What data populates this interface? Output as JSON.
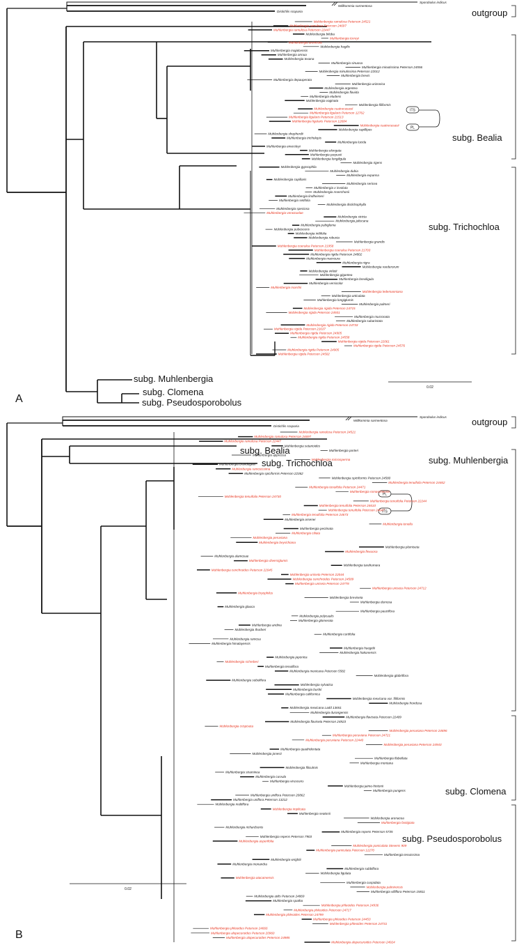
{
  "panel_labels": [
    "A",
    "B"
  ],
  "scale_label": "0.02",
  "boxes": [
    "ITS",
    "PL"
  ],
  "colors": {
    "black": "#111111",
    "red": "#e8321c",
    "grey": "#9a9a9a"
  },
  "panelA": {
    "outgroup_tips": [
      {
        "name": "Sporobolus indicus",
        "red": false
      },
      {
        "name": "Willkommia sarmentosa",
        "red": false
      },
      {
        "name": "Distichlis scoparia",
        "red": false
      }
    ],
    "tips": [
      {
        "name": "Muhlenbergia ramulosa Peterson 24521",
        "red": true
      },
      {
        "name": "Muhlenbergia ramulosa Peterson 24697",
        "red": true
      },
      {
        "name": "Muhlenbergia ramulosa Peterson 22447",
        "red": true
      },
      {
        "name": "Muhlenbergia biloba",
        "red": false
      },
      {
        "name": "Muhlenbergia torreyi",
        "red": true
      },
      {
        "name": "Muhlenbergia arenicola",
        "red": true
      },
      {
        "name": "Muhlenbergia fragilis",
        "red": false
      },
      {
        "name": "Muhlenbergia majalcensis",
        "red": false
      },
      {
        "name": "Muhlenbergia annua",
        "red": false
      },
      {
        "name": "Muhlenbergia texana",
        "red": false
      },
      {
        "name": "Muhlenbergia sinuosa",
        "red": false
      },
      {
        "name": "Muhlenbergia minutissima Peterson 24556",
        "red": false
      },
      {
        "name": "Muhlenbergia minutissima Peterson 22012",
        "red": false
      },
      {
        "name": "Muhlenbergia brevis",
        "red": false
      },
      {
        "name": "Muhlenbergia depauperata",
        "red": false
      },
      {
        "name": "Muhlenbergia arizonica",
        "red": false
      },
      {
        "name": "Muhlenbergia argentea",
        "red": false
      },
      {
        "name": "Muhlenbergia flavida",
        "red": false
      },
      {
        "name": "Muhlenbergia eludens",
        "red": false
      },
      {
        "name": "Muhlenbergia vaginata",
        "red": false
      },
      {
        "name": "Muhlenbergia filiformis",
        "red": false
      },
      {
        "name": "Muhlenbergia cuatrecasasii",
        "red": true
      },
      {
        "name": "Muhlenbergia ligularis Peterson 12762",
        "red": true
      },
      {
        "name": "Muhlenbergia ligularis Peterson 21513",
        "red": true
      },
      {
        "name": "Muhlenbergia ligularis Peterson 12684",
        "red": true
      },
      {
        "name": "Muhlenbergia cuatrecasasii",
        "red": true
      },
      {
        "name": "Muhlenbergia capillipes",
        "red": false
      },
      {
        "name": "Muhlenbergia shepherdii",
        "red": false
      },
      {
        "name": "Muhlenbergia tricholepis",
        "red": false
      },
      {
        "name": "Muhlenbergia lucida",
        "red": false
      },
      {
        "name": "Muhlenbergia emersleyi",
        "red": false
      },
      {
        "name": "Muhlenbergia elongata",
        "red": false
      },
      {
        "name": "Muhlenbergia purpusii",
        "red": false
      },
      {
        "name": "Muhlenbergia longiligula",
        "red": false
      },
      {
        "name": "Muhlenbergia rigens",
        "red": false
      },
      {
        "name": "Muhlenbergia gypsophila",
        "red": false
      },
      {
        "name": "Muhlenbergia dubia",
        "red": false
      },
      {
        "name": "Muhlenbergia expansa",
        "red": false
      },
      {
        "name": "Muhlenbergia capillaris",
        "red": false
      },
      {
        "name": "Muhlenbergia sericea",
        "red": false
      },
      {
        "name": "Muhlenbergia x involuta",
        "red": false
      },
      {
        "name": "Muhlenbergia reverchonii",
        "red": false
      },
      {
        "name": "Muhlenbergia lindheimeri",
        "red": false
      },
      {
        "name": "Muhlenbergia setifolia",
        "red": false
      },
      {
        "name": "Muhlenbergia distichophylla",
        "red": false
      },
      {
        "name": "Muhlenbergia speciosa",
        "red": false
      },
      {
        "name": "Muhlenbergia venezuelae",
        "red": true
      },
      {
        "name": "Muhlenbergia stricta",
        "red": false
      },
      {
        "name": "Muhlenbergia jaliscana",
        "red": false
      },
      {
        "name": "Muhlenbergia pubigluma",
        "red": false
      },
      {
        "name": "Muhlenbergia pubescens",
        "red": false
      },
      {
        "name": "Muhlenbergia iridifolia",
        "red": false
      },
      {
        "name": "Muhlenbergia robusta",
        "red": false
      },
      {
        "name": "Muhlenbergia grandis",
        "red": false
      },
      {
        "name": "Muhlenbergia coerulea Peterson 21958",
        "red": true
      },
      {
        "name": "Muhlenbergia coerulea Peterson 21703",
        "red": true
      },
      {
        "name": "Muhlenbergia rigida Peterson 24802",
        "red": false
      },
      {
        "name": "Muhlenbergia macroura",
        "red": false
      },
      {
        "name": "Muhlenbergia nigra",
        "red": false
      },
      {
        "name": "Muhlenbergia reederorum",
        "red": false
      },
      {
        "name": "Muhlenbergia virletii",
        "red": false
      },
      {
        "name": "Muhlenbergia gigantea",
        "red": false
      },
      {
        "name": "Muhlenbergia breviligula",
        "red": false
      },
      {
        "name": "Muhlenbergia versicolor",
        "red": false
      },
      {
        "name": "Muhlenbergia marshii",
        "red": true
      },
      {
        "name": "Muhlenbergia ledemanniana",
        "red": true
      },
      {
        "name": "Muhlenbergia articulata",
        "red": false
      },
      {
        "name": "Muhlenbergia longiglumis",
        "red": false
      },
      {
        "name": "Muhlenbergia palmeri",
        "red": false
      },
      {
        "name": "Muhlenbergia rigida Peterson 24715",
        "red": true
      },
      {
        "name": "Muhlenbergia rigida Peterson 24931",
        "red": true
      },
      {
        "name": "Muhlenbergia mucronata",
        "red": false
      },
      {
        "name": "Muhlenbergia subaristata",
        "red": false
      },
      {
        "name": "Muhlenbergia rigida Peterson 24733",
        "red": true
      },
      {
        "name": "Muhlenbergia rigida Peterson 21637",
        "red": true
      },
      {
        "name": "Muhlenbergia rigida Peterson 24905",
        "red": true
      },
      {
        "name": "Muhlenbergia rigida Peterson 24558",
        "red": true
      },
      {
        "name": "Muhlenbergia rigida Peterson 22061",
        "red": true
      },
      {
        "name": "Muhlenbergia rigida Peterson 24576",
        "red": true
      },
      {
        "name": "Muhlenbergia rigida Peterson 24905",
        "red": true
      },
      {
        "name": "Muhlenbergia rigida Peterson 24502",
        "red": true
      }
    ],
    "clades": [
      {
        "label": "outgroup",
        "italic": false
      },
      {
        "label": "subg. Bealia",
        "italic": true
      },
      {
        "label": "subg. Trichochloa",
        "italic": true
      },
      {
        "label": "subg. Muhlenbergia",
        "italic": true
      },
      {
        "label": "subg. Clomena",
        "italic": true
      },
      {
        "label": "subg. Pseudosporobolus",
        "italic": true
      }
    ]
  },
  "panelB": {
    "outgroup_tips": [
      {
        "name": "Sporobolus indicus",
        "red": false
      },
      {
        "name": "Willkommia sarmentosa",
        "red": false
      },
      {
        "name": "Distichlis scoparia",
        "red": false
      }
    ],
    "tips": [
      {
        "name": "Muhlenbergia ramulosa Peterson 24521",
        "red": true
      },
      {
        "name": "Muhlenbergia ramulosa Peterson 24697",
        "red": true
      },
      {
        "name": "Muhlenbergia ramulosa Peterson 22447",
        "red": true
      },
      {
        "name": "Muhlenbergia setarioides",
        "red": false
      },
      {
        "name": "Muhlenbergia porteri",
        "red": false
      },
      {
        "name": "Muhlenbergia appressa",
        "red": false
      },
      {
        "name": "Muhlenbergia microsperma",
        "red": true
      },
      {
        "name": "Muhlenbergia brandegeei",
        "red": false
      },
      {
        "name": "Muhlenbergia ramosissima",
        "red": true
      },
      {
        "name": "Muhlenbergia spiciformis Peterson 22362",
        "red": false
      },
      {
        "name": "Muhlenbergia spiciformis Peterson 24580",
        "red": false
      },
      {
        "name": "Muhlenbergia tenuifolia Peterson 24462",
        "red": true
      },
      {
        "name": "Muhlenbergia tenuifolia Peterson 24471",
        "red": true
      },
      {
        "name": "Muhlenbergia romaschensis",
        "red": true
      },
      {
        "name": "Muhlenbergia tenuifolia Peterson 24730",
        "red": true
      },
      {
        "name": "Muhlenbergia tenuifolia Peterson 22244",
        "red": true
      },
      {
        "name": "Muhlenbergia tenuifolia Peterson 24610",
        "red": true
      },
      {
        "name": "Muhlenbergia tenuifolia Peterson 24647",
        "red": true
      },
      {
        "name": "Muhlenbergia tenuifolia Peterson 24673",
        "red": true
      },
      {
        "name": "Muhlenbergia arsenei",
        "red": false
      },
      {
        "name": "Muhlenbergia tenella",
        "red": true
      },
      {
        "name": "Muhlenbergia pectinata",
        "red": false
      },
      {
        "name": "Muhlenbergia ciliata",
        "red": true
      },
      {
        "name": "Muhlenbergia peruviana",
        "red": true
      },
      {
        "name": "Muhlenbergia beyrichiana",
        "red": true
      },
      {
        "name": "Muhlenbergia plumiseta",
        "red": false
      },
      {
        "name": "Muhlenbergia flexuosa",
        "red": true
      },
      {
        "name": "Muhlenbergia alamosae",
        "red": false
      },
      {
        "name": "Muhlenbergia diversiglumis",
        "red": true
      },
      {
        "name": "Muhlenbergia tarahumara",
        "red": false
      },
      {
        "name": "Muhlenbergia cenchroides Peterson 22045",
        "red": true
      },
      {
        "name": "Muhlenbergia uniseta Peterson 22044",
        "red": true
      },
      {
        "name": "Muhlenbergia cenchroides Peterson 24589",
        "red": true
      },
      {
        "name": "Muhlenbergia uniseta Peterson 24778",
        "red": true
      },
      {
        "name": "Muhlenbergia uniseta Peterson 24712",
        "red": true
      },
      {
        "name": "Muhlenbergia bryophilus",
        "red": true
      },
      {
        "name": "Muhlenbergia brevisetа",
        "red": false
      },
      {
        "name": "Muhlenbergia dumosa",
        "red": false
      },
      {
        "name": "Muhlenbergia glauca",
        "red": false
      },
      {
        "name": "Muhlenbergia pauciflora",
        "red": false
      },
      {
        "name": "Muhlenbergia polycaulis",
        "red": false
      },
      {
        "name": "Muhlenbergia glomerata",
        "red": false
      },
      {
        "name": "Muhlenbergia andina",
        "red": false
      },
      {
        "name": "Muhlenbergia thurberi",
        "red": false
      },
      {
        "name": "Muhlenbergia curtifolia",
        "red": false
      },
      {
        "name": "Muhlenbergia ramosa",
        "red": false
      },
      {
        "name": "Muhlenbergia himalayensis",
        "red": false
      },
      {
        "name": "Muhlenbergia huegelii",
        "red": false
      },
      {
        "name": "Muhlenbergia hakonensis",
        "red": false
      },
      {
        "name": "Muhlenbergia japonica",
        "red": false
      },
      {
        "name": "Muhlenbergia schreberi",
        "red": true
      },
      {
        "name": "Muhlenbergia tenuiflora",
        "red": false
      },
      {
        "name": "Muhlenbergia mexicana Peterson 5582",
        "red": false
      },
      {
        "name": "Muhlenbergia glabriflora",
        "red": false
      },
      {
        "name": "Muhlenbergia sobolifera",
        "red": false
      },
      {
        "name": "Muhlenbergia sylvatica",
        "red": false
      },
      {
        "name": "Muhlenbergia bushii",
        "red": false
      },
      {
        "name": "Muhlenbergia californica",
        "red": false
      },
      {
        "name": "Muhlenbergia mexicana var. filiformis",
        "red": false
      },
      {
        "name": "Muhlenbergia frondosa",
        "red": false
      },
      {
        "name": "Muhlenbergia mexicana Ladd 13651",
        "red": false
      },
      {
        "name": "Muhlenbergia durangensis",
        "red": false
      },
      {
        "name": "Muhlenbergia flavisetа Peterson 22409",
        "red": false
      },
      {
        "name": "Muhlenbergia flavisetа Peterson 24923",
        "red": false
      },
      {
        "name": "Muhlenbergia crispiseta",
        "red": true
      },
      {
        "name": "Muhlenbergia peruviana Peterson 24696",
        "red": true
      },
      {
        "name": "Muhlenbergia peruviana Peterson 24721",
        "red": true
      },
      {
        "name": "Muhlenbergia peruviana Peterson 22440",
        "red": true
      },
      {
        "name": "Muhlenbergia peruviana Peterson 24943",
        "red": true
      },
      {
        "name": "Muhlenbergia quadridentata",
        "red": false
      },
      {
        "name": "Muhlenbergia jonesii",
        "red": false
      },
      {
        "name": "Muhlenbergia flabellata",
        "red": false
      },
      {
        "name": "Muhlenbergia montana",
        "red": false
      },
      {
        "name": "Muhlenbergia filiculmis",
        "red": false
      },
      {
        "name": "Muhlenbergia straminea",
        "red": false
      },
      {
        "name": "Muhlenbergia curvula",
        "red": false
      },
      {
        "name": "Muhlenbergia virescens",
        "red": false
      },
      {
        "name": "Muhlenbergia jaime-hintonii",
        "red": false
      },
      {
        "name": "Muhlenbergia pungens",
        "red": false
      },
      {
        "name": "Muhlenbergia uniflora Peterson 20862",
        "red": false
      },
      {
        "name": "Muhlenbergia uniflora Peterson 13212",
        "red": false
      },
      {
        "name": "Muhlenbergia multiflora",
        "red": false
      },
      {
        "name": "Muhlenbergia implicata",
        "red": true
      },
      {
        "name": "Muhlenbergia seatonii",
        "red": false
      },
      {
        "name": "Muhlenbergia arenacea",
        "red": false
      },
      {
        "name": "Muhlenbergia fastigiata",
        "red": true
      },
      {
        "name": "Muhlenbergia richardsonis",
        "red": false
      },
      {
        "name": "Muhlenbergia repens Peterson 5735",
        "red": false
      },
      {
        "name": "Muhlenbergia repens Peterson 7903",
        "red": false
      },
      {
        "name": "Muhlenbergia asperifolia",
        "red": true
      },
      {
        "name": "Muhlenbergia paniculata Stevens 909",
        "red": true
      },
      {
        "name": "Muhlenbergia paniculata Peterson 12270",
        "red": true
      },
      {
        "name": "Muhlenbergia tenuissima",
        "red": false
      },
      {
        "name": "Muhlenbergia wrightii",
        "red": false
      },
      {
        "name": "Muhlenbergia monandra",
        "red": false
      },
      {
        "name": "Muhlenbergia subbiflora",
        "red": false
      },
      {
        "name": "Muhlenbergia ligulata",
        "red": false
      },
      {
        "name": "Muhlenbergia atacamensis",
        "red": true
      },
      {
        "name": "Muhlenbergia cuspidata",
        "red": false
      },
      {
        "name": "Muhlenbergia palmirensis",
        "red": true
      },
      {
        "name": "Muhlenbergia villiflora Peterson 15811",
        "red": false
      },
      {
        "name": "Muhlenbergia utilis Peterson 24869",
        "red": false
      },
      {
        "name": "Muhlenbergia spatha",
        "red": false
      },
      {
        "name": "Muhlenbergia phleoides Peterson 24936",
        "red": true
      },
      {
        "name": "Muhlenbergia phleoides Peterson 24717",
        "red": true
      },
      {
        "name": "Muhlenbergia phleoides Peterson 24799",
        "red": true
      },
      {
        "name": "Muhlenbergia phleoides Peterson 24453",
        "red": true
      },
      {
        "name": "Muhlenbergia phleoides Peterson 24731",
        "red": true
      },
      {
        "name": "Muhlenbergia phleoides Peterson 24666",
        "red": true
      },
      {
        "name": "Muhlenbergia alopecuroides Peterson 20960",
        "red": true
      },
      {
        "name": "Muhlenbergia alopecuroides Peterson 24985",
        "red": true
      },
      {
        "name": "Muhlenbergia alopecuroides Peterson 24924",
        "red": true
      }
    ],
    "clades": [
      {
        "label": "outgroup",
        "italic": false
      },
      {
        "label": "subg. Bealia",
        "italic": true
      },
      {
        "label": "subg. Trichochloa",
        "italic": true
      },
      {
        "label": "subg. Muhlenbergia",
        "italic": true
      },
      {
        "label": "subg. Clomena",
        "italic": true
      },
      {
        "label": "subg. Pseudosporobolus",
        "italic": true
      }
    ]
  }
}
